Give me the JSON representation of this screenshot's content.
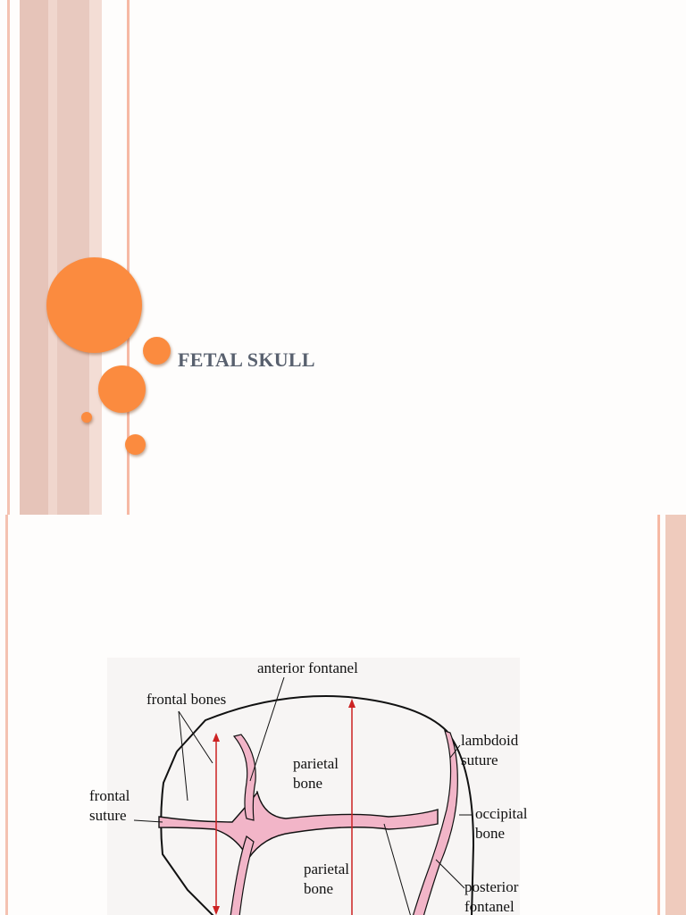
{
  "slide1": {
    "title": "FETAL SKULL",
    "colors": {
      "stripe_dark": "#e6c4b9",
      "stripe_light": "#f3d8cf",
      "stripe_line": "#f6b9a4",
      "circle": "#fb8b3f",
      "title": "#58606e"
    }
  },
  "slide2": {
    "labels": {
      "anterior_fontanel": "anterior fontanel",
      "frontal_bones": "frontal bones",
      "frontal_suture_1": "frontal",
      "frontal_suture_2": "suture",
      "parietal_top_1": "parietal",
      "parietal_top_2": "bone",
      "lambdoid_1": "lambdoid",
      "lambdoid_2": "suture",
      "occipital_1": "occipital",
      "occipital_2": "bone",
      "parietal_bottom_1": "parietal",
      "parietal_bottom_2": "bone",
      "posterior_1": "posterior",
      "posterior_2": "fontanel"
    },
    "colors": {
      "suture_fill": "#f2b5c8",
      "arrow": "#cc2222",
      "outline": "#111111"
    }
  }
}
